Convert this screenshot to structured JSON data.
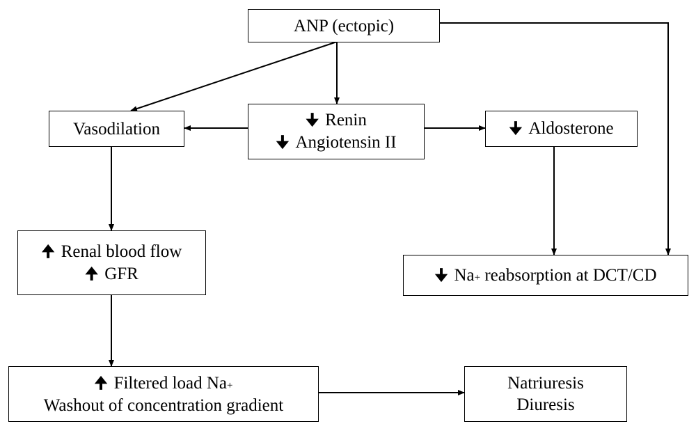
{
  "nodes": {
    "anp": {
      "line1": "ANP (ectopic)"
    },
    "vasodilation": {
      "line1": "Vasodilation"
    },
    "renin_angiotensin": {
      "line1": {
        "arrow": "down-arrow",
        "text": "Renin"
      },
      "line2": {
        "arrow": "down-arrow",
        "text": "Angiotensin II"
      }
    },
    "aldosterone": {
      "line1": {
        "arrow": "down-arrow",
        "text": "Aldosterone"
      }
    },
    "renal_gfr": {
      "line1": {
        "arrow": "up-arrow",
        "text": "Renal blood flow"
      },
      "line2": {
        "arrow": "up-arrow",
        "text": "GFR"
      }
    },
    "na_reabsorption": {
      "line1": {
        "arrow": "down-arrow",
        "pre": "Na",
        "sup": "+",
        "post": " reabsorption at DCT/CD"
      }
    },
    "filtered_load": {
      "line1": {
        "arrow": "up-arrow",
        "pre": "Filtered load Na",
        "sup": "+"
      },
      "line2": "Washout of concentration gradient"
    },
    "natriuresis": {
      "line1": "Natriuresis",
      "line2": "Diuresis"
    }
  },
  "glyphs": {
    "up-arrow": "🠉",
    "down-arrow": "🠋"
  },
  "edges": [
    {
      "from": "anp",
      "to": "vasodilation"
    },
    {
      "from": "anp",
      "to": "renin_angiotensin"
    },
    {
      "from": "anp",
      "to": "na_reabsorption"
    },
    {
      "from": "renin_angiotensin",
      "to": "vasodilation"
    },
    {
      "from": "renin_angiotensin",
      "to": "aldosterone"
    },
    {
      "from": "vasodilation",
      "to": "renal_gfr"
    },
    {
      "from": "aldosterone",
      "to": "na_reabsorption"
    },
    {
      "from": "renal_gfr",
      "to": "filtered_load"
    },
    {
      "from": "filtered_load",
      "to": "natriuresis"
    }
  ],
  "colors": {
    "stroke": "#000000",
    "background": "#ffffff"
  }
}
